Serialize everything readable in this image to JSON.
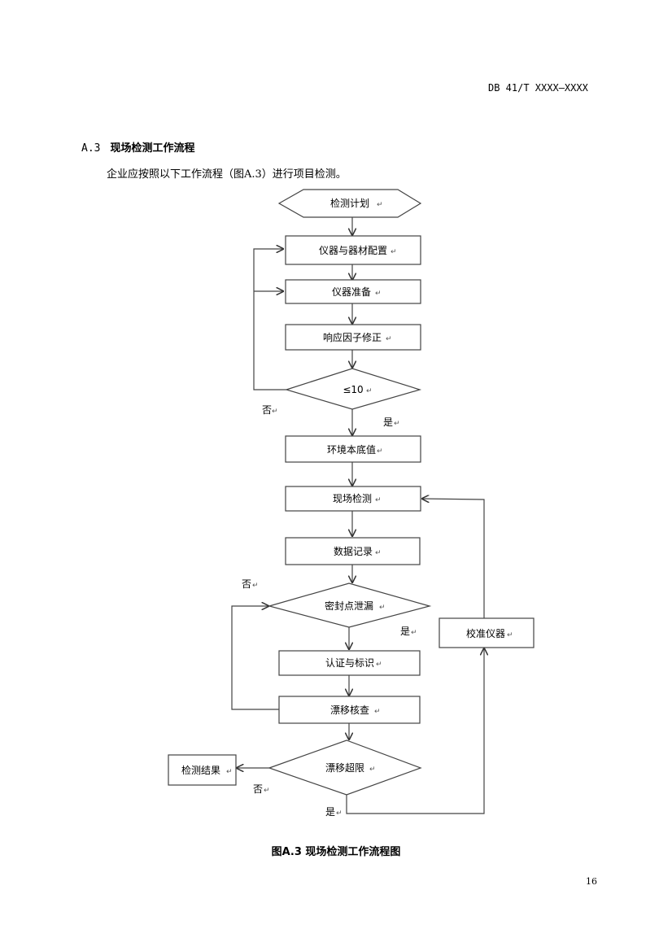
{
  "header": {
    "doc_code": "DB 41/T XXXX—XXXX"
  },
  "section": {
    "number": "A.3",
    "title": "现场检测工作流程"
  },
  "intro_text": "企业应按照以下工作流程（图A.3）进行项目检测。",
  "flowchart": {
    "nodes": {
      "plan": "检测计划",
      "config": "仪器与器材配置",
      "prep": "仪器准备",
      "response": "响应因子修正",
      "check10": "≤10",
      "background": "环境本底值",
      "field": "现场检测",
      "record": "数据记录",
      "leak": "密封点泄漏",
      "certify": "认证与标识",
      "drift": "漂移核查",
      "overlimit": "漂移超限",
      "result": "检测结果",
      "calibrate": "校准仪器"
    },
    "labels": {
      "no_check10": "否",
      "yes_check10": "是",
      "no_leak": "否",
      "yes_leak": "是",
      "no_overlimit": "否",
      "yes_overlimit": "是"
    }
  },
  "caption": "图A.3 现场检测工作流程图",
  "page_number": "16"
}
